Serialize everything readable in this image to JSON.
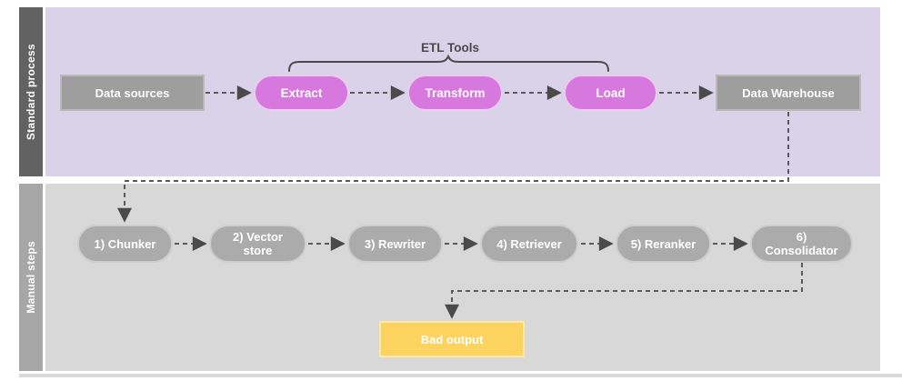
{
  "lanes": [
    {
      "label": "Standard process"
    },
    {
      "label": "Manual steps"
    }
  ],
  "annotation": {
    "etl_tools": "ETL Tools"
  },
  "nodes": {
    "data_sources": "Data sources",
    "extract": "Extract",
    "transform": "Transform",
    "load": "Load",
    "data_warehouse": "Data Warehouse",
    "chunker": "1) Chunker",
    "vector_store": "2) Vector store",
    "rewriter": "3) Rewriter",
    "retriever": "4) Retriever",
    "reranker": "5) Reranker",
    "consolidator": "6) Consolidator",
    "bad_output": "Bad output"
  },
  "colors": {
    "standard_lane_bg": "#d9d2e9",
    "standard_lane_bar": "#626262",
    "manual_lane_bg": "#d8d8d8",
    "manual_lane_bar": "#a7a7a7",
    "gray_node_fill": "#9e9e9e",
    "manual_node_fill": "#ababab",
    "etl_node_fill": "#d678de",
    "bad_output_fill": "#fcd35f",
    "connector": "#5a5a5a",
    "node_text": "#ffffff"
  }
}
